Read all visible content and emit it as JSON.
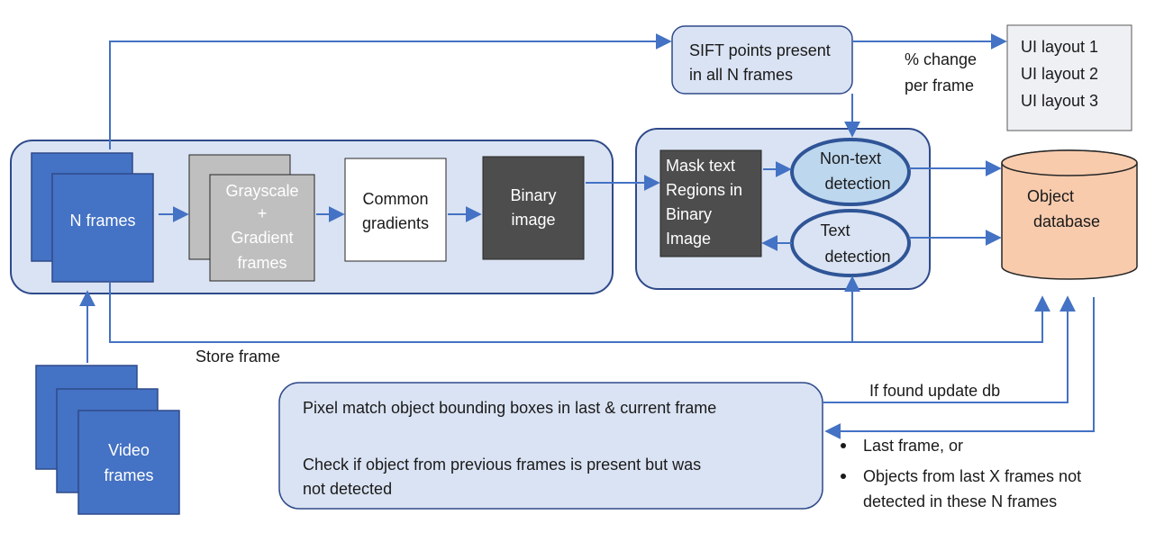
{
  "colors": {
    "panel_fill": "#dae3f3",
    "panel_stroke": "#2f4a8a",
    "frame_fill": "#4472c4",
    "frame_stroke": "#2f4a8a",
    "gray_fill": "#bfbfbf",
    "dark_fill": "#4d4d4d",
    "ellipse_fill": "#bdd7ee",
    "ellipse_stroke": "#2f5597",
    "db_fill": "#f8cbad",
    "arrow": "#4472c4",
    "layout_fill": "#eef0f4"
  },
  "nodes": {
    "n_frames": "N frames",
    "grayscale": [
      "Grayscale",
      "+",
      "Gradient",
      "frames"
    ],
    "common_gradients": [
      "Common",
      "gradients"
    ],
    "binary_image": [
      "Binary",
      "image"
    ],
    "mask_text": [
      "Mask text",
      "Regions in",
      "Binary",
      "Image"
    ],
    "non_text_detection": [
      "Non-text",
      "detection"
    ],
    "text_detection": [
      "Text",
      "detection"
    ],
    "sift_points": [
      "SIFT points present",
      "in all N frames"
    ],
    "ui_layouts": [
      "UI layout 1",
      "UI layout 2",
      "UI layout 3"
    ],
    "object_database": [
      "Object",
      "database"
    ],
    "video_frames": [
      "Video",
      "frames"
    ],
    "pixel_match": "Pixel match object bounding boxes in last & current frame",
    "check_object": [
      "Check if object from previous frames is present but was",
      "not detected"
    ]
  },
  "edge_labels": {
    "pct_change": [
      "% change",
      "per frame"
    ],
    "store_frame": "Store frame",
    "if_found": "If found update db",
    "bullets": [
      "Last frame, or",
      "Objects from last X frames not",
      "detected in these N frames"
    ]
  }
}
